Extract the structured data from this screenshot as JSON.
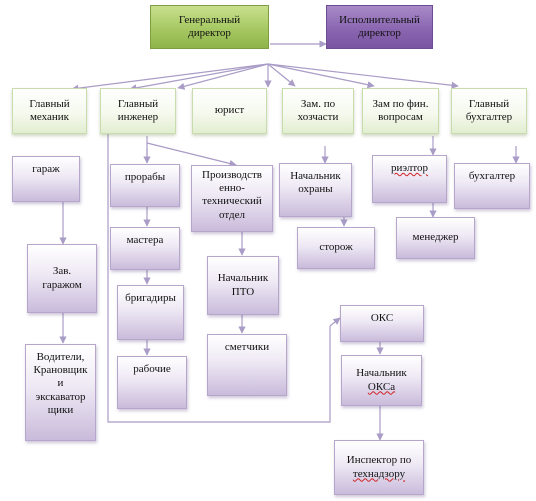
{
  "nodes": {
    "general_director": "Генеральный\nдиректор",
    "executive_director": "Исполнительный\nдиректор",
    "chief_mechanic": "Главный\nмеханик",
    "chief_engineer": "Главный\nинженер",
    "lawyer": "юрист",
    "deputy_household": "Зам. по\nхозчасти",
    "deputy_finance": "Зам по фин.\nвопросам",
    "chief_accountant": "Главный\nбухгалтер",
    "garage": "гараж",
    "garage_head": "Зав.\nгаражом",
    "drivers": "Водители,\nКрановщик\nи\nэкскаватор\nщики",
    "foremen": "прорабы",
    "masters": "мастера",
    "brigadiers": "бригадиры",
    "workers": "рабочие",
    "production_dept": "Производств\nенно-\nтехнический\nотдел",
    "pto_head": "Начальник\nПТО",
    "estimators": "сметчики",
    "security_head": "Начальник\nохраны",
    "watchman": "сторож",
    "realtor": "риэлтор",
    "manager": "менеджер",
    "accountant": "бухгалтер",
    "oks": "ОКС",
    "oks_head_line1": "Начальник",
    "oks_head_line2": "ОКСа",
    "tech_inspector_line1": "Инспектор по",
    "tech_inspector_line2": "технадзору"
  },
  "colors": {
    "top_green": "#a6c862",
    "top_purple": "#8a66b0",
    "connector": "#a99cc6",
    "manager_box": "#f5f9ee",
    "sub_box": "#c9bbdb"
  }
}
